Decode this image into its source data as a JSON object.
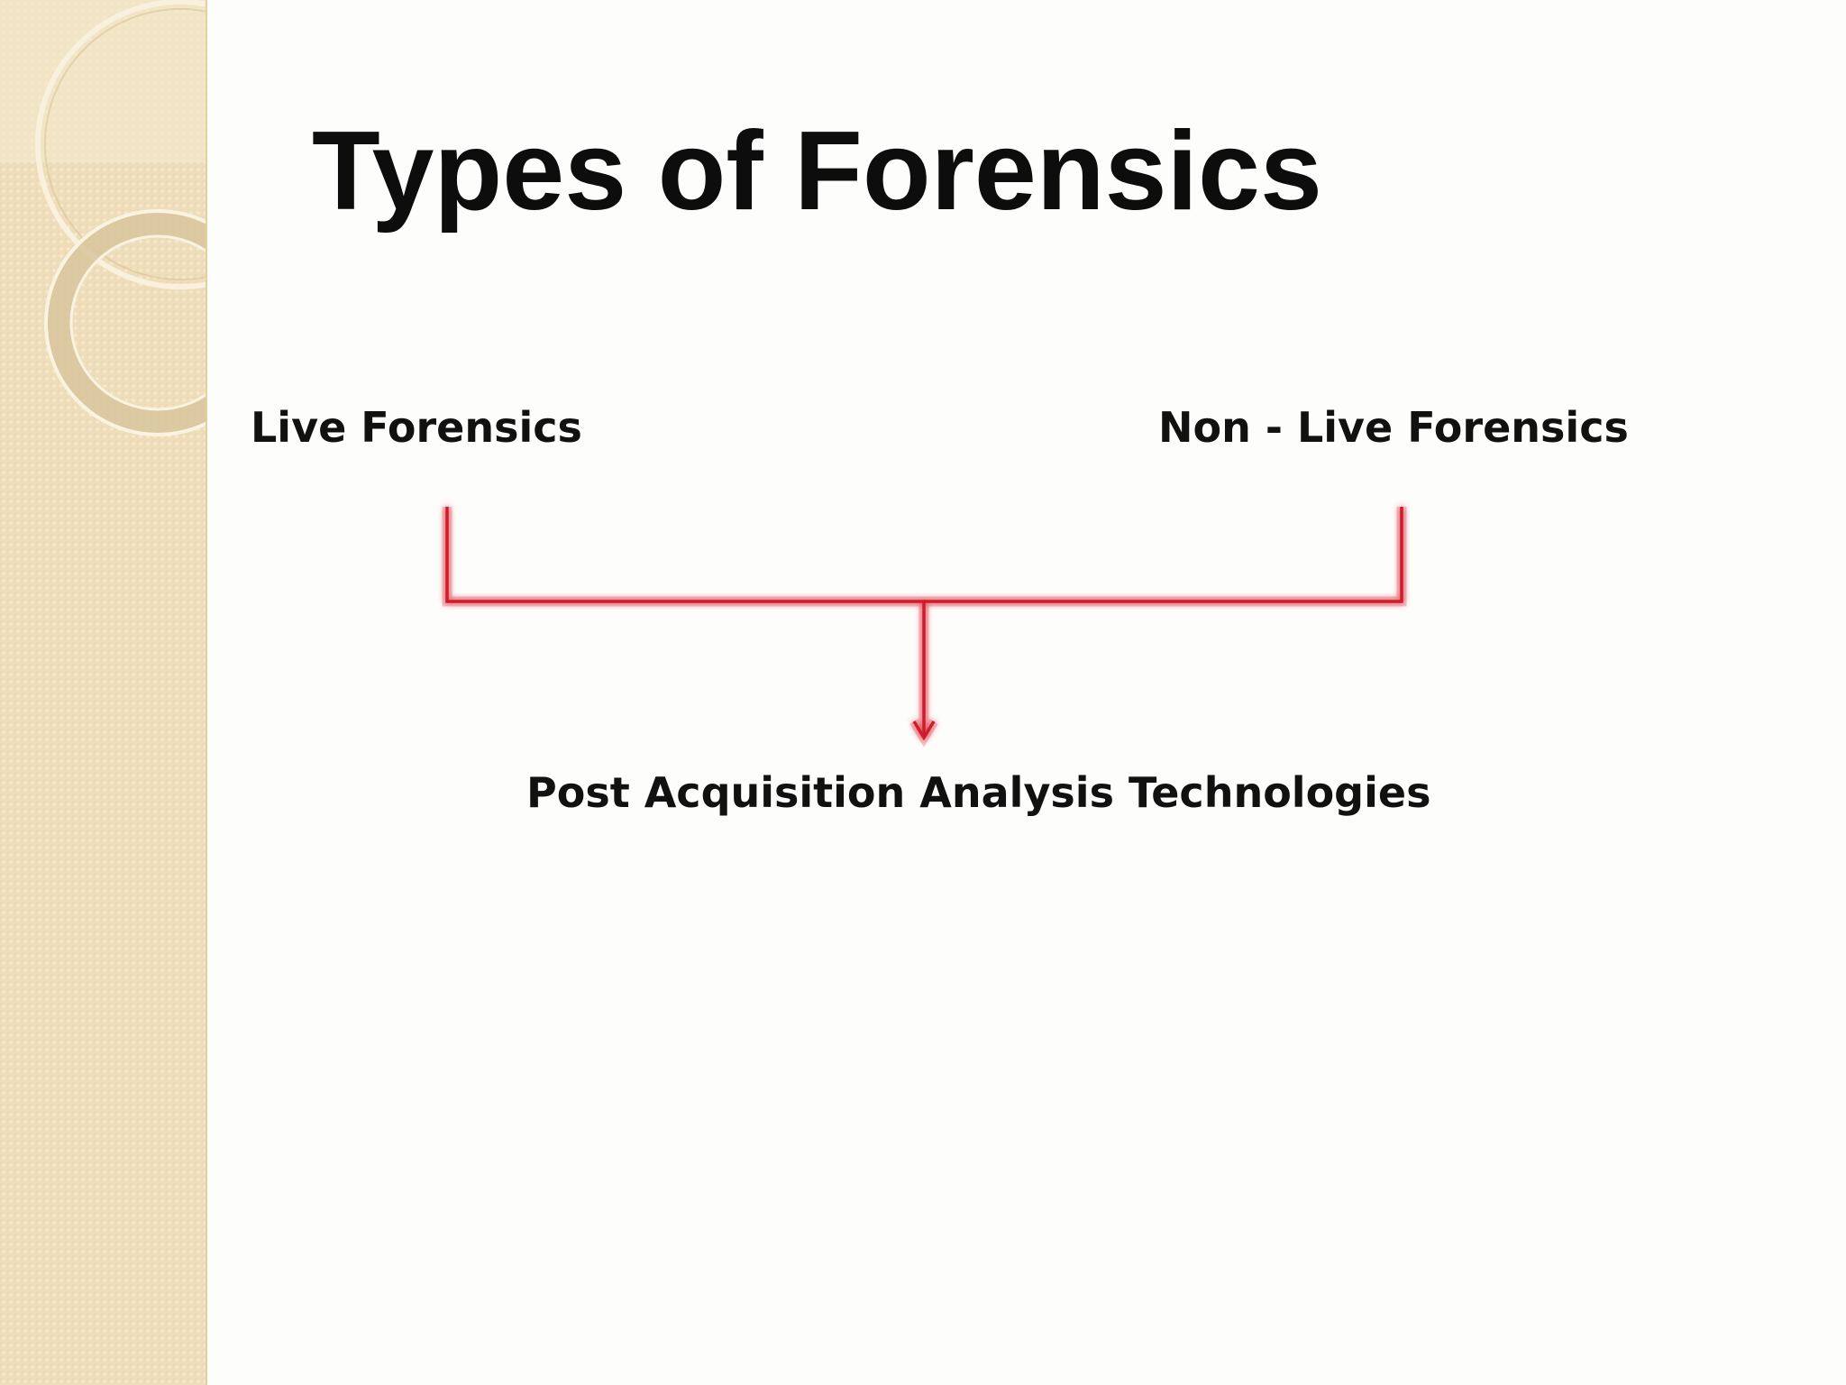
{
  "slide": {
    "title": "Types of Forensics"
  },
  "diagram": {
    "nodes": {
      "live": "Live Forensics",
      "non_live": "Non - Live Forensics",
      "result": "Post Acquisition Analysis Technologies"
    },
    "connector_color": "#d01f2a",
    "connector_glow_color": "#f4a9ae"
  },
  "theme": {
    "band_color": "#eeddb8",
    "ring_color": "#f7ecd2",
    "text_color": "#111111"
  }
}
